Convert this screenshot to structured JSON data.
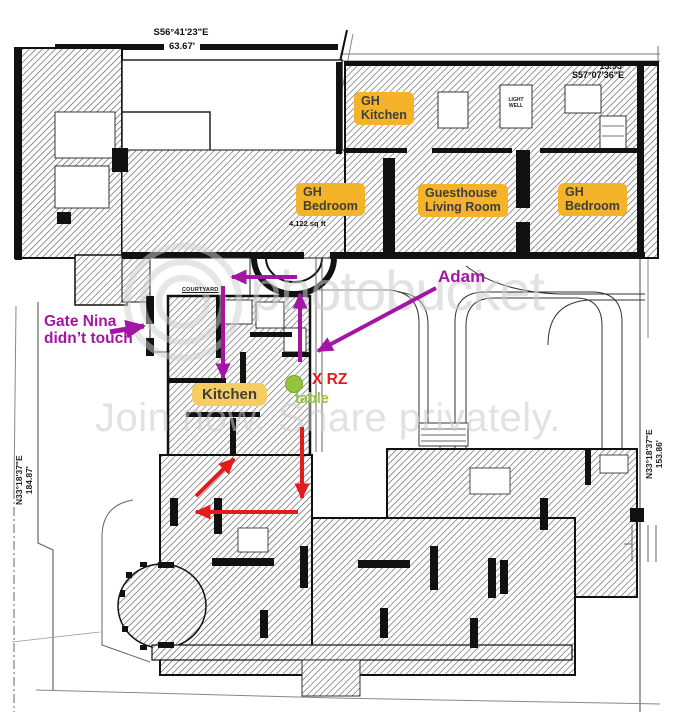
{
  "colors": {
    "orange": "#F5B32A",
    "yellow": "#F5CD62",
    "purple": "#A316A3",
    "red": "#E11C1C",
    "green": "#95C53F",
    "watermark": "#CBCBCB"
  },
  "survey": {
    "top_bearing": "S56°41'23\"E",
    "top_length": "63.67'",
    "right_top_length": "13.95'",
    "right_top_bearing": "S57°07'36\"E",
    "west_bearing": "N33°18'37\"E",
    "west_length": "184.87'",
    "east_bearing": "N33°18'37\"E",
    "east_length": "153.86'"
  },
  "rooms": {
    "gh_kitchen": "GH\nKitchen",
    "gh_bedroom_left": "GH\nBedroom",
    "guesthouse_living_room": "Guesthouse\nLiving Room",
    "gh_bedroom_right": "GH\nBedroom",
    "kitchen": "Kitchen",
    "courtyard": "COURTYARD",
    "light_well": "LIGHT\nWELL",
    "area": "4,122 sq ft"
  },
  "annotations": {
    "gate_note": "Gate Nina\ndidn’t touch",
    "adam_label": "Adam",
    "x_marker": "X RZ",
    "table_label": "table"
  },
  "watermark": {
    "brand": "photobucket",
    "tagline": "Join now. Share privately."
  }
}
